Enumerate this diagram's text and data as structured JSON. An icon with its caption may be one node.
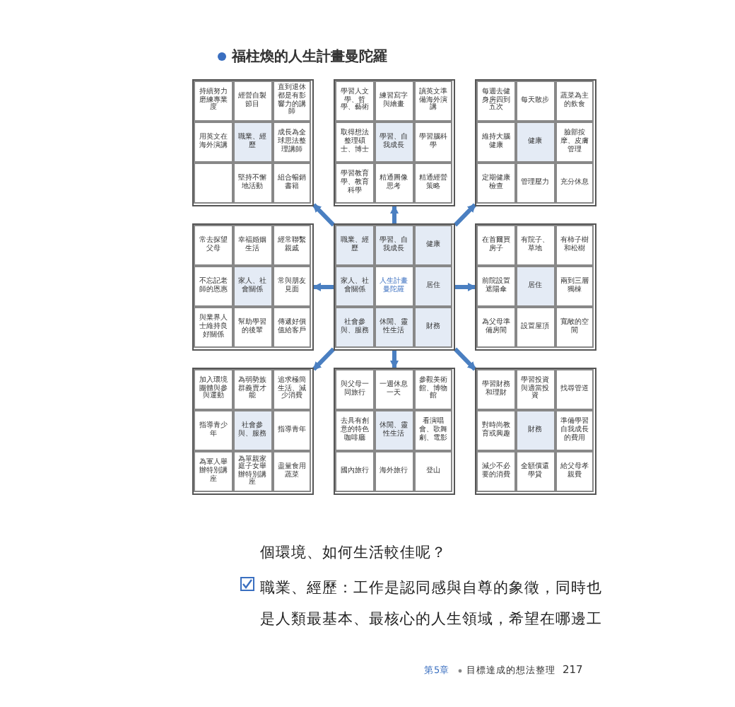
{
  "diagram": {
    "title": "福柱煥的人生計畫曼陀羅",
    "nodes": [
      {
        "text": [],
        "shape": "box"
      },
      {
        "text": [
          "持續努力磨練專業度"
        ],
        "in": 0
      },
      {
        "text": [
          "經營自製節目"
        ],
        "in": 0
      },
      {
        "text": [
          "直到退休都是有影響力的講師"
        ],
        "in": 0
      },
      {
        "text": [
          "用英文在海外演講"
        ],
        "in": 0
      },
      {
        "text": [
          "職業、經歷"
        ],
        "in": 0
      },
      {
        "text": [
          "成長為全球思法整理講師"
        ],
        "in": 0
      },
      {
        "text": [],
        "shape": "box",
        "in": 0
      },
      {
        "text": [
          "堅持不懈地活動"
        ],
        "in": 0
      },
      {
        "text": [
          "組合暢銷書籍"
        ],
        "in": 0
      },
      {
        "text": [],
        "shape": "box"
      },
      {
        "text": [
          "學習人文學、哲學、藝術"
        ],
        "in": 10
      },
      {
        "text": [
          "練習寫字與繪畫"
        ],
        "in": 10
      },
      {
        "text": [
          "讀英文準備海外演講"
        ],
        "in": 10
      },
      {
        "text": [
          "取得想法整理碩士、博士"
        ],
        "in": 10
      },
      {
        "text": [
          "學習、自我成長"
        ],
        "in": 10
      },
      {
        "text": [
          "學習腦科學"
        ],
        "in": 10
      },
      {
        "text": [
          "學習教育學、教育科學"
        ],
        "in": 10
      },
      {
        "text": [
          "精通圖像思考"
        ],
        "in": 10
      },
      {
        "text": [
          "精通經營策略"
        ],
        "in": 10
      },
      {
        "text": [],
        "shape": "box"
      },
      {
        "text": [
          "每週去健身房四到五次"
        ],
        "in": 20
      },
      {
        "text": [
          "每天散步"
        ],
        "in": 20
      },
      {
        "text": [
          "蔬菜為主的飲食"
        ],
        "in": 20
      },
      {
        "text": [
          "維持大腦健康"
        ],
        "in": 20
      },
      {
        "text": [
          "健康"
        ],
        "in": 20
      },
      {
        "text": [
          "臉部按摩、皮膚管理"
        ],
        "in": 20
      },
      {
        "text": [
          "定期健康檢查"
        ],
        "in": 20
      },
      {
        "text": [
          "管理壓力"
        ],
        "in": 20
      },
      {
        "text": [
          "充分休息"
        ],
        "in": 20
      },
      {
        "text": [],
        "shape": "box"
      },
      {
        "text": [
          "常去探望父母"
        ],
        "in": 30
      },
      {
        "text": [
          "幸福婚姻生活"
        ],
        "in": 30
      },
      {
        "text": [
          "經常聯繫親戚"
        ],
        "in": 30
      },
      {
        "text": [
          "不忘記老師的恩惠"
        ],
        "in": 30
      },
      {
        "text": [
          "家人、社會關係"
        ],
        "in": 30
      },
      {
        "text": [
          "常與朋友見面"
        ],
        "in": 30
      },
      {
        "text": [
          "與業界人士維持良好關係"
        ],
        "in": 30
      },
      {
        "text": [
          "幫助學習的後輩"
        ],
        "in": 30
      },
      {
        "text": [
          "傳遞好價值給客戶"
        ],
        "in": 30
      },
      {
        "text": [],
        "shape": "box"
      },
      {
        "text": [
          "職業、經歷"
        ],
        "in": 40
      },
      {
        "text": [
          "學習、自我成長"
        ],
        "in": 40
      },
      {
        "text": [
          "健康"
        ],
        "in": 40
      },
      {
        "text": [
          "家人、社會關係"
        ],
        "in": 40
      },
      {
        "text": [
          "人生計畫曼陀羅"
        ],
        "in": 40
      },
      {
        "text": [
          "居住"
        ],
        "in": 40
      },
      {
        "text": [
          "社會參與、服務"
        ],
        "in": 40
      },
      {
        "text": [
          "休閒、靈性生活"
        ],
        "in": 40
      },
      {
        "text": [
          "財務"
        ],
        "in": 40
      },
      {
        "text": [],
        "shape": "box"
      },
      {
        "text": [
          "在首爾買房子"
        ],
        "in": 50
      },
      {
        "text": [
          "有院子、草地"
        ],
        "in": 50
      },
      {
        "text": [
          "有柿子樹和松樹"
        ],
        "in": 50
      },
      {
        "text": [
          "前院設置遮陽傘"
        ],
        "in": 50
      },
      {
        "text": [
          "居住"
        ],
        "in": 50
      },
      {
        "text": [
          "兩到三層獨棟"
        ],
        "in": 50
      },
      {
        "text": [
          "為父母準備房間"
        ],
        "in": 50
      },
      {
        "text": [
          "設置屋頂"
        ],
        "in": 50
      },
      {
        "text": [
          "寬敞的空間"
        ],
        "in": 50
      },
      {
        "text": [],
        "shape": "box"
      },
      {
        "text": [
          "加入環境團體與參與運動"
        ],
        "in": 60
      },
      {
        "text": [
          "為弱勢族群義賣才能"
        ],
        "in": 60
      },
      {
        "text": [
          "追求極簡生活、減少消費"
        ],
        "in": 60
      },
      {
        "text": [
          "指導青少年"
        ],
        "in": 60
      },
      {
        "text": [
          "社會參與、服務"
        ],
        "in": 60
      },
      {
        "text": [
          "指導青年"
        ],
        "in": 60
      },
      {
        "text": [
          "為軍人舉辦特別講座"
        ],
        "in": 60
      },
      {
        "text": [
          "為單親家庭子女舉辦特別講座"
        ],
        "in": 60
      },
      {
        "text": [
          "盡量食用蔬菜"
        ],
        "in": 60
      },
      {
        "text": [],
        "shape": "box"
      },
      {
        "text": [
          "與父母一同旅行"
        ],
        "in": 70
      },
      {
        "text": [
          "一週休息一天"
        ],
        "in": 70
      },
      {
        "text": [
          "參觀美術館、博物館"
        ],
        "in": 70
      },
      {
        "text": [
          "去具有創意的特色咖啡廳"
        ],
        "in": 70
      },
      {
        "text": [
          "休閒、靈性生活"
        ],
        "in": 70
      },
      {
        "text": [
          "看演唱會、歌舞劇、電影"
        ],
        "in": 70
      },
      {
        "text": [
          "國內旅行"
        ],
        "in": 70
      },
      {
        "text": [
          "海外旅行"
        ],
        "in": 70
      },
      {
        "text": [
          "登山"
        ],
        "in": 70
      },
      {
        "text": [],
        "shape": "box"
      },
      {
        "text": [
          "學習財務和理財"
        ],
        "in": 80
      },
      {
        "text": [
          "學習投資與適當投資"
        ],
        "in": 80
      },
      {
        "text": [
          "找尋管道"
        ],
        "in": 80
      },
      {
        "text": [
          "對時尚教育或興趣"
        ],
        "in": 80
      },
      {
        "text": [
          "財務"
        ],
        "in": 80
      },
      {
        "text": [
          "準備學習自我成長的費用"
        ],
        "in": 80
      },
      {
        "text": [
          "減少不必要的消費"
        ],
        "in": 80
      },
      {
        "text": [
          "全額償還學貸"
        ],
        "in": 80
      },
      {
        "text": [
          "給父母孝親費"
        ],
        "in": 80
      }
    ],
    "edges": [
      {
        "from": 40,
        "to": 0,
        "arrow": "to"
      },
      {
        "from": 40,
        "to": 10,
        "arrow": "to"
      },
      {
        "from": 40,
        "to": 20,
        "arrow": "to"
      },
      {
        "from": 40,
        "to": 30,
        "arrow": "to"
      },
      {
        "from": 40,
        "to": 50,
        "arrow": "to"
      },
      {
        "from": 40,
        "to": 60,
        "arrow": "to"
      },
      {
        "from": 40,
        "to": 70,
        "arrow": "to"
      },
      {
        "from": 40,
        "to": 80,
        "arrow": "to"
      }
    ],
    "labels": [
      "個環境、如何生活較佳呢？",
      "職業、經歷：工作是認同感與自尊的象徵，同時也是人類最基本、最核心的人生領域，希望在哪邊工",
      "第5章",
      "目標達成的想法整理",
      "217"
    ]
  }
}
